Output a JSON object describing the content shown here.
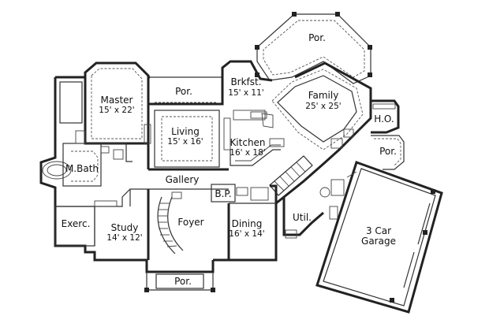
{
  "rooms": {
    "porch_top": {
      "name": "Por."
    },
    "brkfst": {
      "name": "Brkfst.",
      "dims": "15' x 11'"
    },
    "family": {
      "name": "Family",
      "dims": "25' x 25'"
    },
    "master": {
      "name": "Master",
      "dims": "15' x 22'"
    },
    "porch_left": {
      "name": "Por."
    },
    "living": {
      "name": "Living",
      "dims": "15' x 16'"
    },
    "kitchen": {
      "name": "Kitchen",
      "dims": "16' x 18'"
    },
    "ho": {
      "name": "H.O."
    },
    "porch_right": {
      "name": "Por."
    },
    "mbath": {
      "name": "M.Bath"
    },
    "gallery": {
      "name": "Gallery"
    },
    "bp": {
      "name": "B.P."
    },
    "exerc": {
      "name": "Exerc."
    },
    "study": {
      "name": "Study",
      "dims": "14' x 12'"
    },
    "foyer": {
      "name": "Foyer"
    },
    "dining": {
      "name": "Dining",
      "dims": "16' x 14'"
    },
    "util": {
      "name": "Util."
    },
    "garage": {
      "name": "3 Car",
      "name2": "Garage"
    },
    "porch_bottom": {
      "name": "Por."
    }
  }
}
